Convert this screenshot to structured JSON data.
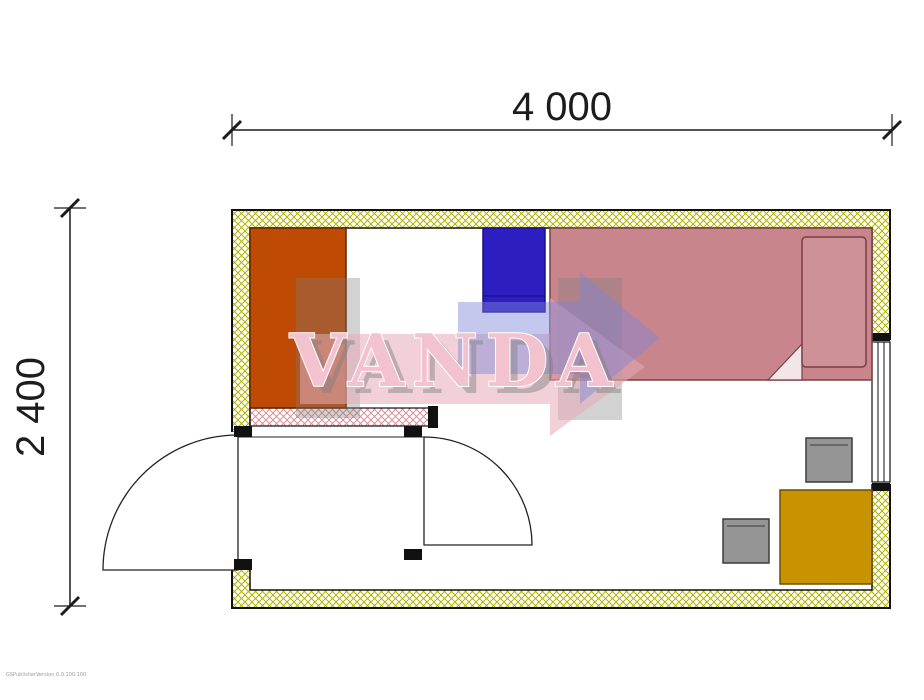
{
  "dimension_top": {
    "label": "4 000"
  },
  "dimension_left": {
    "label": "2 400"
  },
  "watermark": {
    "text": "VANDA"
  },
  "footer": {
    "version_text": "GSPublisherVersion 0.0.100.100"
  },
  "plan": {
    "type": "floor-plan",
    "room": {
      "width_label": "4 000",
      "depth_label": "2 400"
    },
    "items": [
      "wardrobe",
      "blue-cabinet",
      "single-bed",
      "pillow",
      "desk",
      "chair",
      "chair",
      "entrance-door-swing",
      "interior-door-swing",
      "window"
    ]
  },
  "colors": {
    "wall_hatch": "#b3b300",
    "partition_hatch": "#d98f97",
    "wall_outline": "#111111",
    "wardrobe": "#bf4a04",
    "cabinet_blue": "#2c1ec0",
    "bed": "#c8868c",
    "pillow": "#cf9198",
    "bed_outline": "#7a3e46",
    "fold_white": "#f3e6e8",
    "desk": "#c79300",
    "chair": "#959595",
    "watermark_gray": "#7d7d7d",
    "watermark_pink": "#e6a9b6",
    "watermark_blue": "#7e86d8",
    "watermark_text": "#f2c3ce",
    "dimension_ink": "#1c1c1c"
  }
}
